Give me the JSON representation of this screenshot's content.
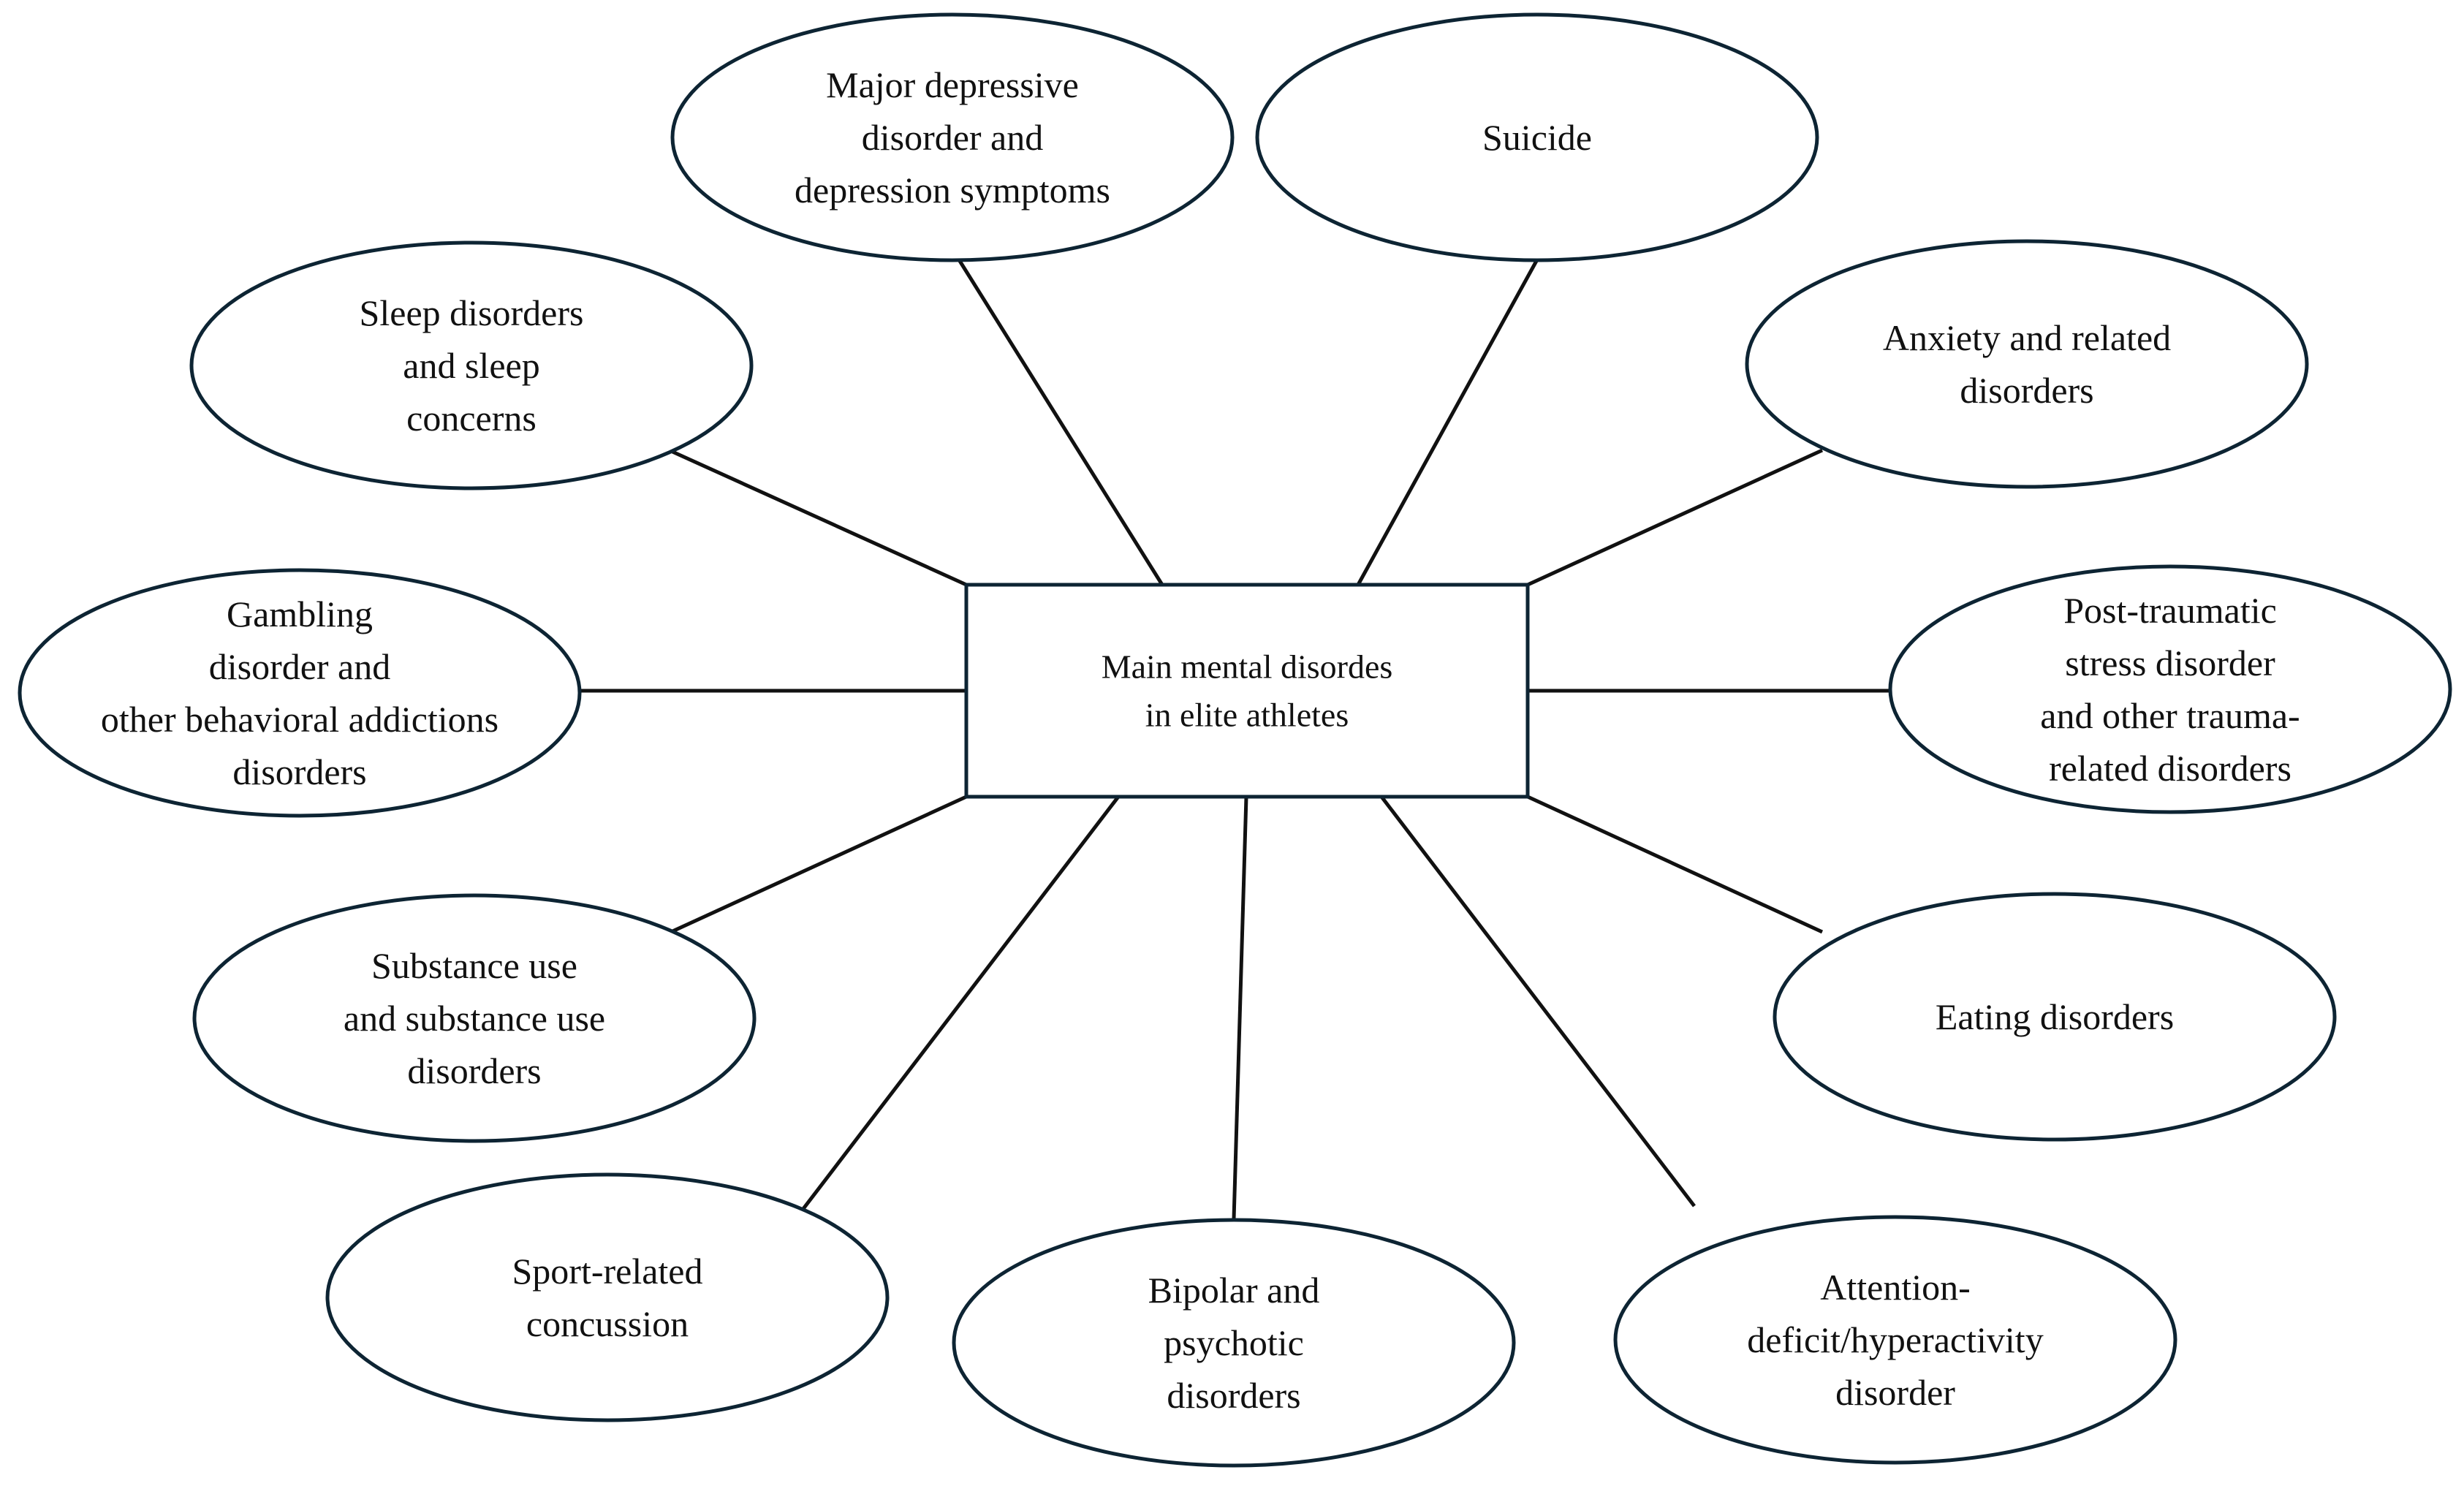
{
  "diagram": {
    "center": {
      "lines": [
        "Main mental disordes",
        "in elite athletes"
      ]
    },
    "nodes": [
      {
        "id": "depression",
        "lines": [
          "Major depressive",
          "disorder and",
          "depression symptoms"
        ]
      },
      {
        "id": "suicide",
        "lines": [
          "Suicide"
        ]
      },
      {
        "id": "anxiety",
        "lines": [
          "Anxiety and related",
          "disorders"
        ]
      },
      {
        "id": "ptsd",
        "lines": [
          "Post-traumatic",
          "stress disorder",
          "and other trauma-",
          "related  disorders"
        ]
      },
      {
        "id": "eating",
        "lines": [
          "Eating disorders"
        ]
      },
      {
        "id": "adhd",
        "lines": [
          "Attention-",
          "deficit/hyperactivity",
          "disorder"
        ]
      },
      {
        "id": "bipolar",
        "lines": [
          "Bipolar and",
          "psychotic",
          "disorders"
        ]
      },
      {
        "id": "concussion",
        "lines": [
          "Sport-related",
          "concussion"
        ]
      },
      {
        "id": "substance",
        "lines": [
          "Substance use",
          "and substance use",
          "disorders"
        ]
      },
      {
        "id": "gambling",
        "lines": [
          "Gambling",
          "disorder and",
          "other behavioral addictions",
          "disorders"
        ]
      },
      {
        "id": "sleep",
        "lines": [
          "Sleep disorders",
          "and sleep",
          "concerns"
        ]
      }
    ],
    "colors": {
      "outline": "#0d2433",
      "connector": "#111111",
      "text": "#111111",
      "fill": "#ffffff"
    }
  }
}
